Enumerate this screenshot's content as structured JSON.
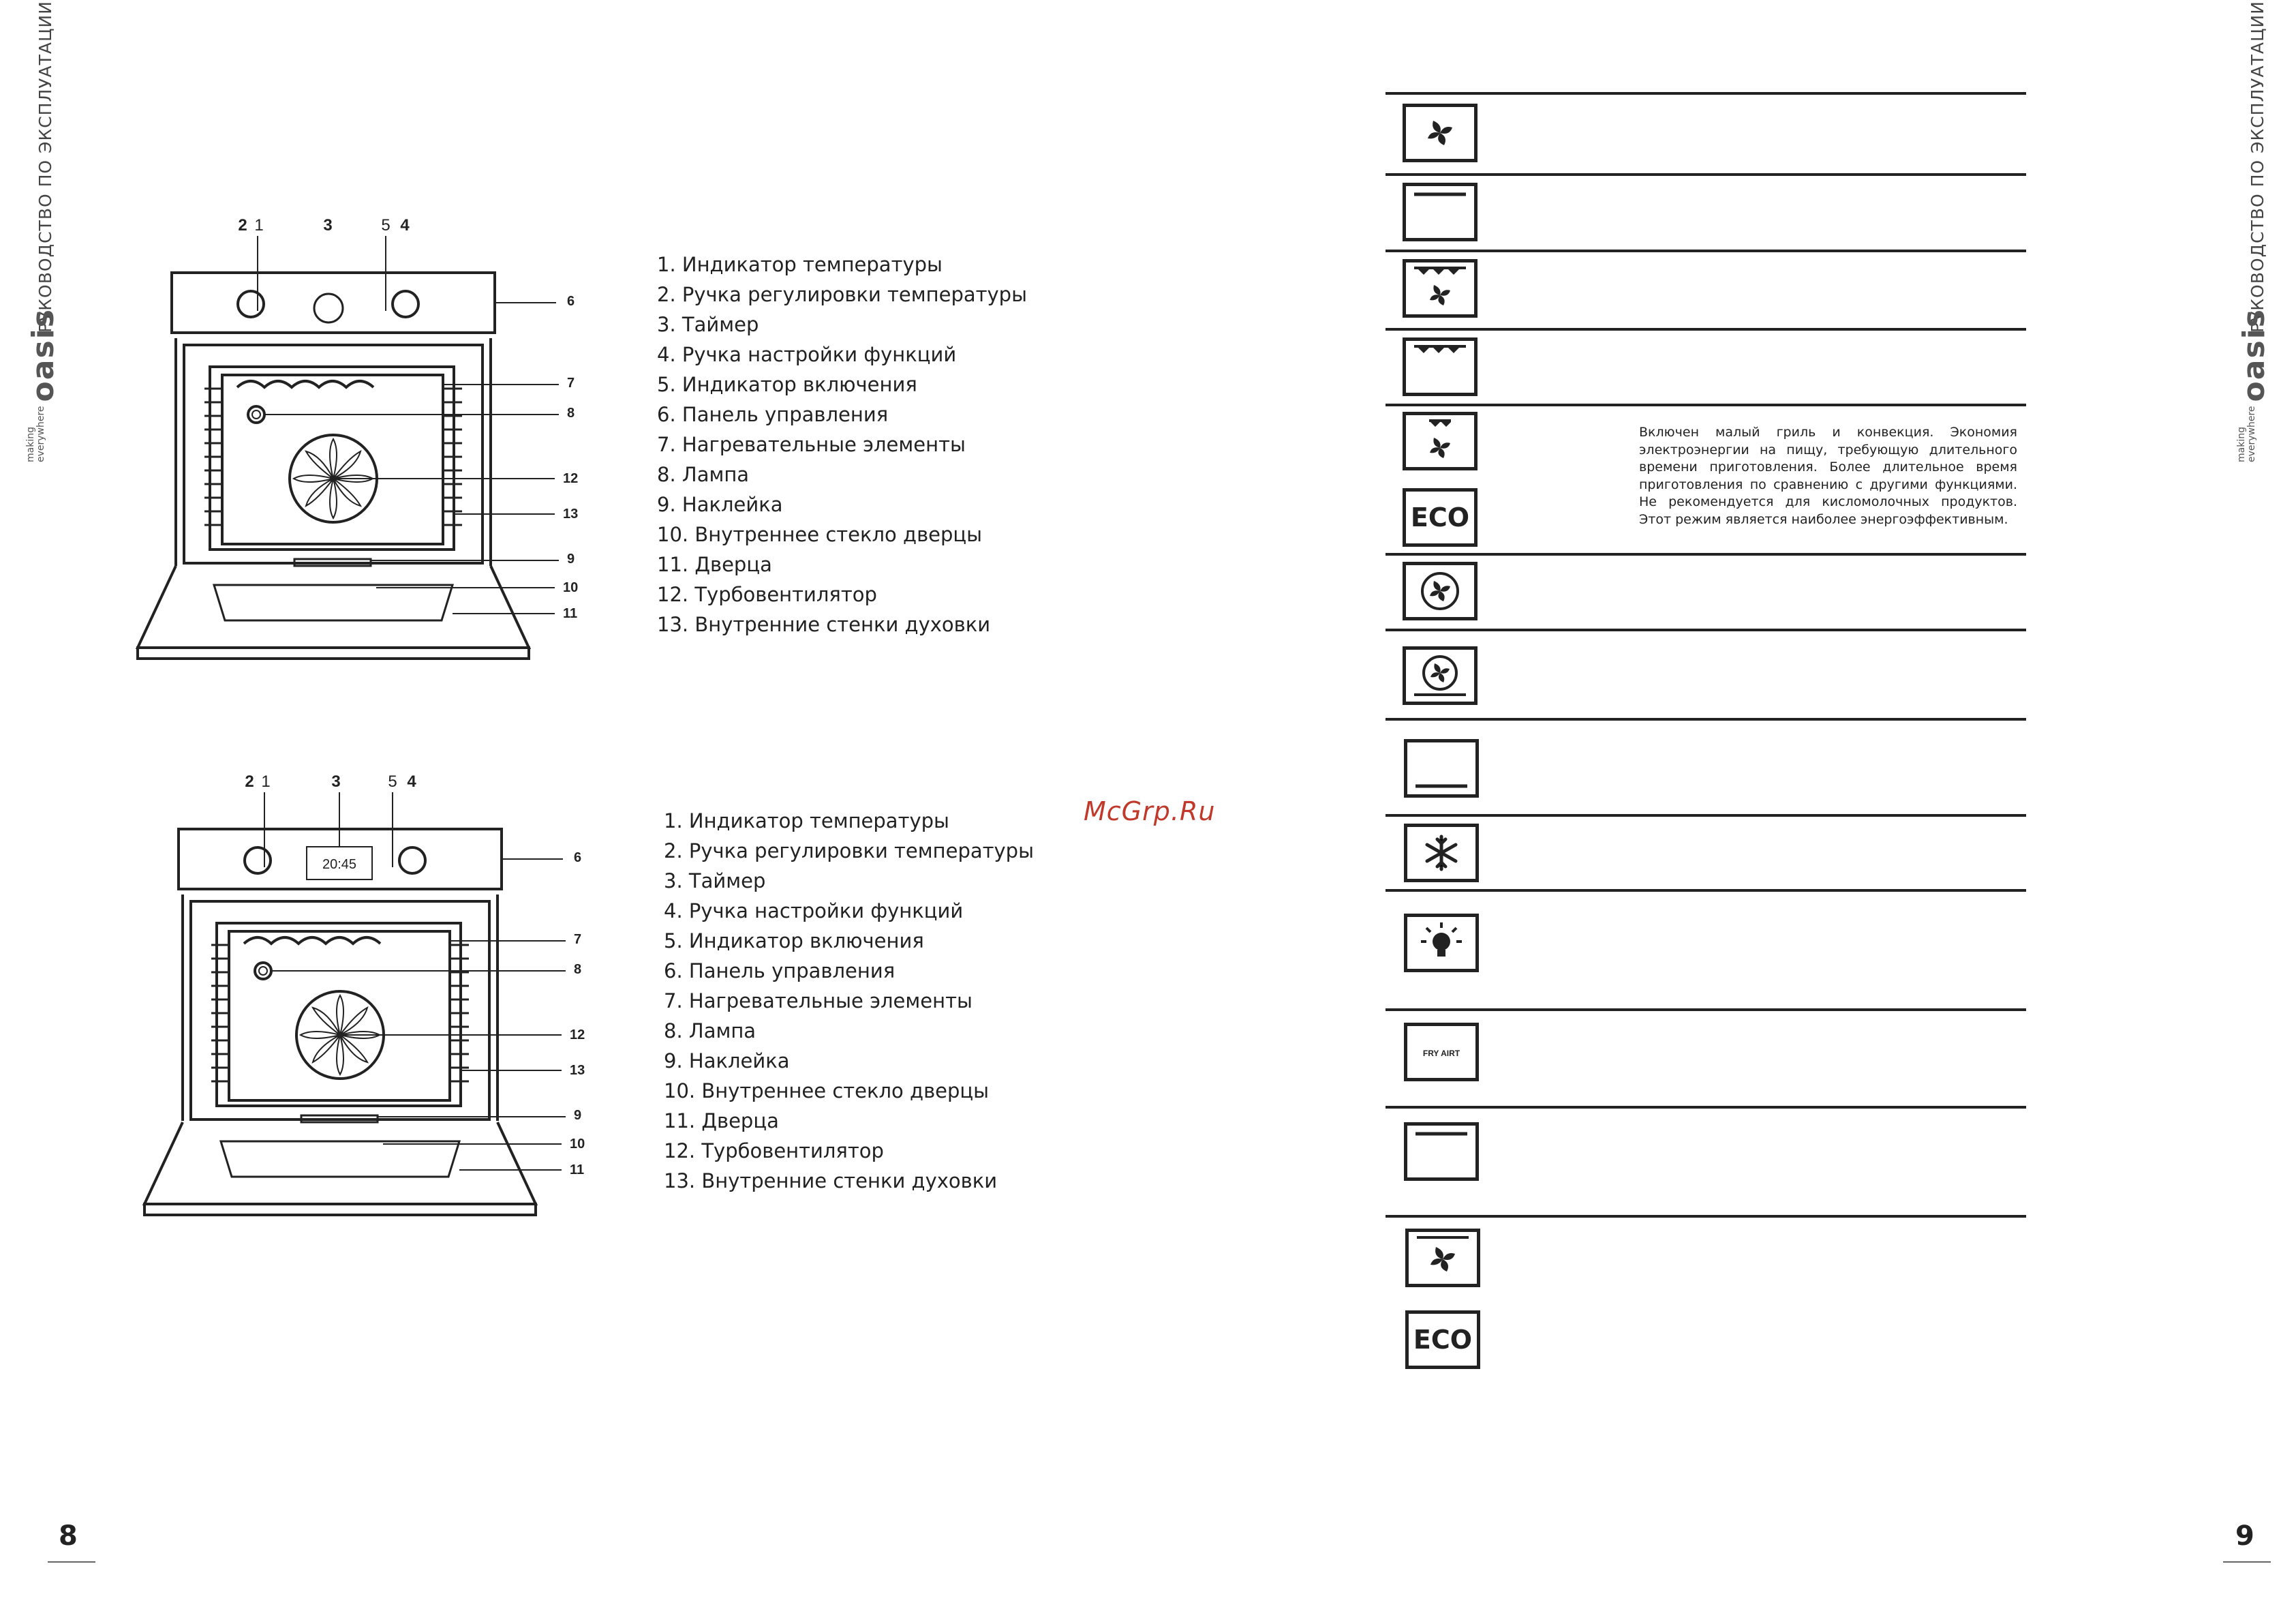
{
  "left_page": {
    "side_title": "РУКОВОДСТВО ПО ЭКСПЛУАТАЦИИ",
    "brand": {
      "name": "oasis",
      "tag_top": "making",
      "tag_bottom": "everywhere"
    },
    "page_number": "8",
    "diagram_top": {
      "callouts": [
        "2",
        "1",
        "3",
        "5",
        "4",
        "6",
        "7",
        "8",
        "12",
        "13",
        "9",
        "10",
        "11"
      ],
      "parts": [
        "1. Индикатор температуры",
        "2. Ручка регулировки температуры",
        "3. Таймер",
        "4.  Ручка настройки функций",
        "5.  Индикатор включения",
        "6. Панель управления",
        "7. Нагревательные элементы",
        "8. Лампа",
        "9. Наклейка",
        "10. Внутреннее стекло дверцы",
        "11. Дверца",
        "12. Турбовентилятор",
        "13. Внутренние стенки духовки"
      ]
    },
    "diagram_bottom": {
      "display_value": "20:45",
      "callouts": [
        "2",
        "1",
        "3",
        "5",
        "4",
        "6",
        "7",
        "8",
        "12",
        "13",
        "9",
        "10",
        "11"
      ],
      "parts": [
        "1. Индикатор температуры",
        "2. Ручка регулировки температуры",
        "3. Таймер",
        "4.  Ручка настройки функций",
        "5.  Индикатор включения",
        "6. Панель управления",
        "7. Нагревательные элементы",
        "8. Лампа",
        "9. Наклейка",
        "10. Внутреннее стекло дверцы",
        "11. Дверца",
        "12. Турбовентилятор",
        "13. Внутренние стенки духовки"
      ]
    },
    "watermark": "McGrp.Ru"
  },
  "right_page": {
    "side_title": "РУКОВОДСТВО ПО ЭКСПЛУАТАЦИИ",
    "brand": {
      "name": "oasis",
      "tag_top": "making",
      "tag_bottom": "everywhere"
    },
    "page_number": "9",
    "functions": [
      {
        "icon": "fan-icon"
      },
      {
        "icon": "top-heat-icon"
      },
      {
        "icon": "grill-fan-icon"
      },
      {
        "icon": "grill-icon"
      },
      {
        "icon": "small-grill-fan-icon",
        "eco_label": "ECO",
        "description": "Включен малый гриль и конвекция. Экономия электроэнергии на пищу, требующую длительного времени приготовления. Более длительное время приготовления по сравнению с другими функциями. Не рекомендуется для кисломолочных продуктов. Этот режим является наиболее энергоэффективным."
      },
      {
        "icon": "ring-fan-icon"
      },
      {
        "icon": "ring-fan-bottom-icon"
      },
      {
        "icon": "bottom-heat-icon"
      },
      {
        "icon": "defrost-snowflake-icon"
      },
      {
        "icon": "lamp-icon"
      },
      {
        "icon": "fry-airt-icon",
        "label": "FRY AIRT"
      },
      {
        "icon": "top-heat-icon"
      },
      {
        "icon": "fan-icon",
        "eco_label": "ECO"
      }
    ]
  }
}
